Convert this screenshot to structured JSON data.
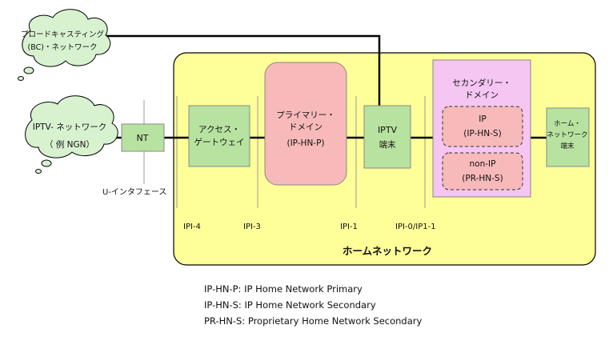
{
  "clouds": {
    "broadcast": {
      "line1": "ブロードキャスティング",
      "line2": "(BC)・ネットワーク"
    },
    "iptv": {
      "line1": "IPTV- ネットワーク",
      "line2": "（ 例 NGN）"
    }
  },
  "nodes": {
    "nt": "NT",
    "access_gateway": {
      "line1": "アクセス・",
      "line2": "ゲートウェイ"
    },
    "primary_domain": {
      "line1": "プライマリー・",
      "line2": "ドメイン",
      "line3": "(IP-HN-P)"
    },
    "iptv_terminal": {
      "line1": "IPTV",
      "line2": "端末"
    },
    "secondary_domain": {
      "line1": "セカンダリー・",
      "line2": "ドメイン"
    },
    "ip_box": {
      "line1": "IP",
      "line2": "(IP-HN-S)"
    },
    "nonip_box": {
      "line1": "non-IP",
      "line2": "(PR-HN-S)"
    },
    "home_terminal": {
      "line1": "ホーム・",
      "line2": "ネットワーク",
      "line3": "端末"
    }
  },
  "labels": {
    "u_interface": "U-インタフェース",
    "ipi4": "IPI-4",
    "ipi3": "IPI-3",
    "ipi1": "IPI-1",
    "ipi0": "IPI-0/IP1-1",
    "home_network": "ホームネットワーク"
  },
  "legend": {
    "l1": "IP-HN-P: IP Home Network Primary",
    "l2": "IP-HN-S: IP Home Network Secondary",
    "l3": "PR-HN-S: Proprietary Home Network Secondary"
  },
  "colors": {
    "home_bg": "#ffff99",
    "node_green": "#b8e2a0",
    "primary_pink": "#f7b9b9",
    "secondary_pink": "#f5c6f2"
  }
}
